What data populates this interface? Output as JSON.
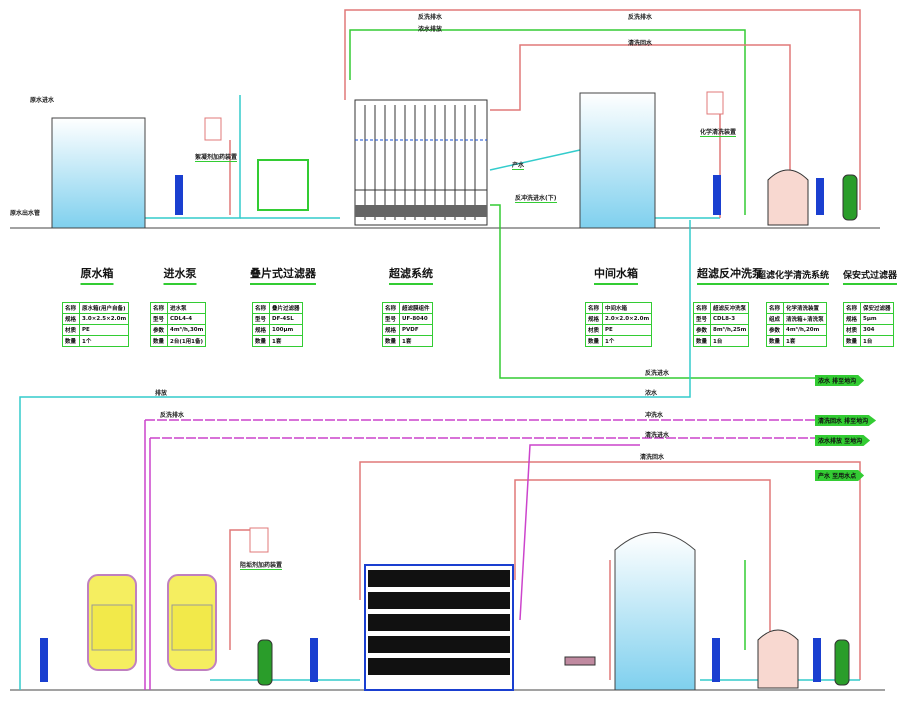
{
  "colors": {
    "red": "#e07878",
    "green": "#33cc33",
    "cyan": "#33cccc",
    "magenta": "#cc44cc",
    "tank": "#8fd8f0"
  },
  "equipment": [
    {
      "title": "原水箱",
      "rows": [
        [
          "名称",
          "原水箱(用户自备)"
        ],
        [
          "规格",
          "3.0×2.5×2.0m"
        ],
        [
          "材质",
          "PE"
        ],
        [
          "数量",
          "1个"
        ]
      ]
    },
    {
      "title": "进水泵",
      "rows": [
        [
          "名称",
          "进水泵"
        ],
        [
          "型号",
          "CDL4-4"
        ],
        [
          "参数",
          "4m³/h,30m"
        ],
        [
          "数量",
          "2台(1用1备)"
        ]
      ]
    },
    {
      "title": "叠片式过滤器",
      "rows": [
        [
          "名称",
          "叠片过滤器"
        ],
        [
          "型号",
          "DF-4SL"
        ],
        [
          "规格",
          "100μm"
        ],
        [
          "数量",
          "1套"
        ]
      ]
    },
    {
      "title": "超滤系统",
      "rows": [
        [
          "名称",
          "超滤膜组件"
        ],
        [
          "型号",
          "UF-8040"
        ],
        [
          "规格",
          "PVDF"
        ],
        [
          "数量",
          "1套"
        ]
      ]
    },
    {
      "title": "中间水箱",
      "rows": [
        [
          "名称",
          "中间水箱"
        ],
        [
          "规格",
          "2.0×2.0×2.0m"
        ],
        [
          "材质",
          "PE"
        ],
        [
          "数量",
          "1个"
        ]
      ]
    },
    {
      "title": "超滤反冲洗泵",
      "rows": [
        [
          "名称",
          "超滤反冲洗泵"
        ],
        [
          "型号",
          "CDL8-3"
        ],
        [
          "参数",
          "8m³/h,25m"
        ],
        [
          "数量",
          "1台"
        ]
      ]
    },
    {
      "title": "超滤化学清洗系统",
      "rows": [
        [
          "名称",
          "化学清洗装置"
        ],
        [
          "组成",
          "清洗箱+清洗泵"
        ],
        [
          "参数",
          "4m³/h,20m"
        ],
        [
          "数量",
          "1套"
        ]
      ]
    },
    {
      "title": "保安式过滤器",
      "rows": [
        [
          "名称",
          "保安过滤器"
        ],
        [
          "规格",
          "5μm"
        ],
        [
          "材质",
          "304"
        ],
        [
          "数量",
          "1台"
        ]
      ]
    }
  ],
  "labels": {
    "raw_in": "原水进水",
    "raw_out": "原水出水管",
    "dosing1": "絮凝剂加药装置",
    "uf_prod": "产水",
    "uf_bw": "反冲洗进水(下)",
    "chem": "化学清洗装置",
    "back_in": "反洗进水",
    "back_out": "反洗排水",
    "conc": "浓水",
    "dosing2": "阻垢剂加药装置",
    "rinse": "冲洗水",
    "clean_in": "清洗进水",
    "clean_out": "清洗回水",
    "drain": "排放",
    "top_r1": "反洗排水",
    "top_g1": "浓水排放",
    "top_r2": "反洗排水",
    "top_g2": "清洗回水"
  },
  "outlets": [
    "浓水 排至地沟",
    "清洗回水 排至地沟",
    "浓水排放 至地沟",
    "产水 至用水点"
  ]
}
